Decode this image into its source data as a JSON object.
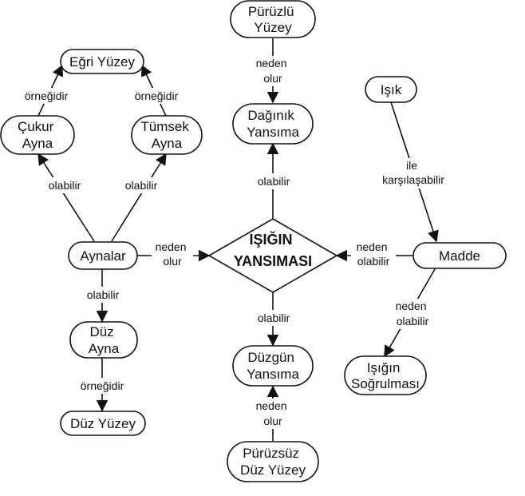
{
  "center": {
    "lines": [
      "IŞIĞIN",
      "YANSIMASI"
    ]
  },
  "nodes": {
    "puruzlu_yuzey": {
      "lines": [
        "Pürüzlü",
        "Yüzey"
      ]
    },
    "egri_yuzey": {
      "lines": [
        "Eğri Yüzey"
      ]
    },
    "isik": {
      "lines": [
        "Işık"
      ]
    },
    "cukur_ayna": {
      "lines": [
        "Çukur",
        "Ayna"
      ]
    },
    "tumsek_ayna": {
      "lines": [
        "Tümsek",
        "Ayna"
      ]
    },
    "daginik_yansima": {
      "lines": [
        "Dağınık",
        "Yansıma"
      ]
    },
    "aynalar": {
      "lines": [
        "Aynalar"
      ]
    },
    "madde": {
      "lines": [
        "Madde"
      ]
    },
    "duz_ayna": {
      "lines": [
        "Düz",
        "Ayna"
      ]
    },
    "duzgun_yansima": {
      "lines": [
        "Düzgün",
        "Yansıma"
      ]
    },
    "isigin_sogrulmasi": {
      "lines": [
        "Işığın",
        "Soğrulması"
      ]
    },
    "duz_yuzey": {
      "lines": [
        "Düz Yüzey"
      ]
    },
    "puruzsuz_duz_yuzey": {
      "lines": [
        "Pürüzsüz",
        "Düz Yüzey"
      ]
    }
  },
  "edges": {
    "puruzlu_to_daginik": {
      "lines": [
        "neden",
        "olur"
      ]
    },
    "cukur_to_egri": {
      "lines": [
        "örneğidir"
      ]
    },
    "tumsek_to_egri": {
      "lines": [
        "örneğidir"
      ]
    },
    "aynalar_to_cukur": {
      "lines": [
        "olabilir"
      ]
    },
    "aynalar_to_tumsek": {
      "lines": [
        "olabilir"
      ]
    },
    "center_to_daginik": {
      "lines": [
        "olabilir"
      ]
    },
    "isik_to_madde": {
      "lines": [
        "ile",
        "karşılaşabilir"
      ]
    },
    "aynalar_to_center": {
      "lines": [
        "neden",
        "olur"
      ]
    },
    "madde_to_center": {
      "lines": [
        "neden",
        "olabilir"
      ]
    },
    "aynalar_to_duzayna": {
      "lines": [
        "olabilir"
      ]
    },
    "center_to_duzgun": {
      "lines": [
        "olabilir"
      ]
    },
    "madde_to_sogrulma": {
      "lines": [
        "neden",
        "olabilir"
      ]
    },
    "duzayna_to_duzyuzey": {
      "lines": [
        "örneğidir"
      ]
    },
    "puruzsuz_to_duzgun": {
      "lines": [
        "neden",
        "olur"
      ]
    }
  }
}
